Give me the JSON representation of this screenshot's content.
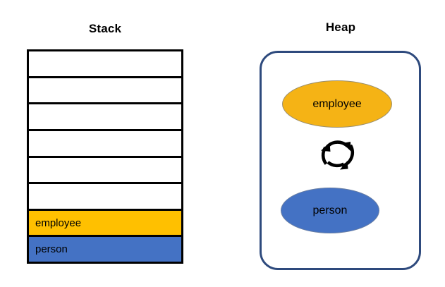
{
  "diagram": {
    "stack": {
      "title": "Stack",
      "cells": [
        {
          "label": "",
          "fill": "white"
        },
        {
          "label": "",
          "fill": "white"
        },
        {
          "label": "",
          "fill": "white"
        },
        {
          "label": "",
          "fill": "white"
        },
        {
          "label": "",
          "fill": "white"
        },
        {
          "label": "",
          "fill": "white"
        },
        {
          "label": "employee",
          "fill": "#FFC000"
        },
        {
          "label": "person",
          "fill": "#4472C4"
        }
      ]
    },
    "heap": {
      "title": "Heap",
      "border_color": "#2E4A7D",
      "objects": [
        {
          "label": "employee",
          "fill": "#F5B315",
          "shape": "ellipse"
        },
        {
          "label": "person",
          "fill": "#4472C4",
          "shape": "ellipse"
        }
      ],
      "connector": {
        "icon": "circular-arrows-icon",
        "color": "#000000"
      }
    }
  },
  "colors": {
    "orange": "#FFC000",
    "heap_orange": "#F5B315",
    "blue": "#4472C4",
    "heap_border": "#2E4A7D",
    "outline": "#000000",
    "background": "#FFFFFF"
  }
}
